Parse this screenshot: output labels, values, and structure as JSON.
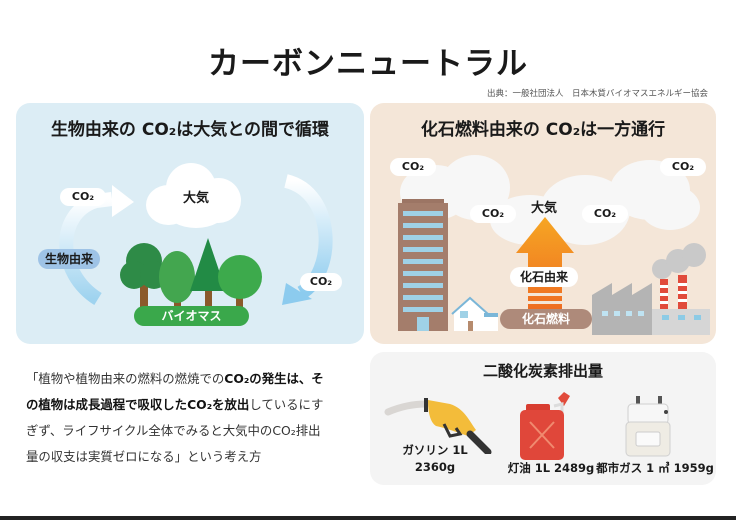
{
  "header": {
    "title": "カーボンニュートラル",
    "source": "出典：一般社団法人　日本木質バイオマスエネルギー協会"
  },
  "left_panel": {
    "title": "生物由来の CO₂は大気との間で循環",
    "atmosphere_label": "大気",
    "co2_up_label": "CO₂",
    "co2_down_label": "CO₂",
    "origin_label": "生物由来",
    "biomass_label": "バイオマス",
    "bg_color": "#dcedf5"
  },
  "right_panel": {
    "title": "化石燃料由来の CO₂は一方通行",
    "atmosphere_label": "大気",
    "co2_labels": [
      "CO₂",
      "CO₂",
      "CO₂",
      "CO₂"
    ],
    "origin_label": "化石由来",
    "fuel_label": "化石燃料",
    "bg_color": "#f4e6d8"
  },
  "description": {
    "line1_normal": "「植物や植物由来の燃料の燃焼での",
    "line1_bold": "CO₂の発生は、そ",
    "line2_bold": "の植物は成長過程で吸収したCO₂を放出",
    "line2_normal": "しているにす",
    "line3": "ぎず、ライフサイクル全体でみると大気中のCO₂排出",
    "line4": "量の収支は実質ゼロになる」という考え方"
  },
  "emissions": {
    "title": "二酸化炭素排出量",
    "items": [
      {
        "icon": "fuel-nozzle-icon",
        "label_line1": "ガソリン 1L",
        "label_line2": "2360g"
      },
      {
        "icon": "kerosene-can-icon",
        "label_line1": "灯油 1L 2489g"
      },
      {
        "icon": "gas-meter-icon",
        "label_line1": "都市ガス 1 ㎥ 1959g"
      }
    ]
  }
}
